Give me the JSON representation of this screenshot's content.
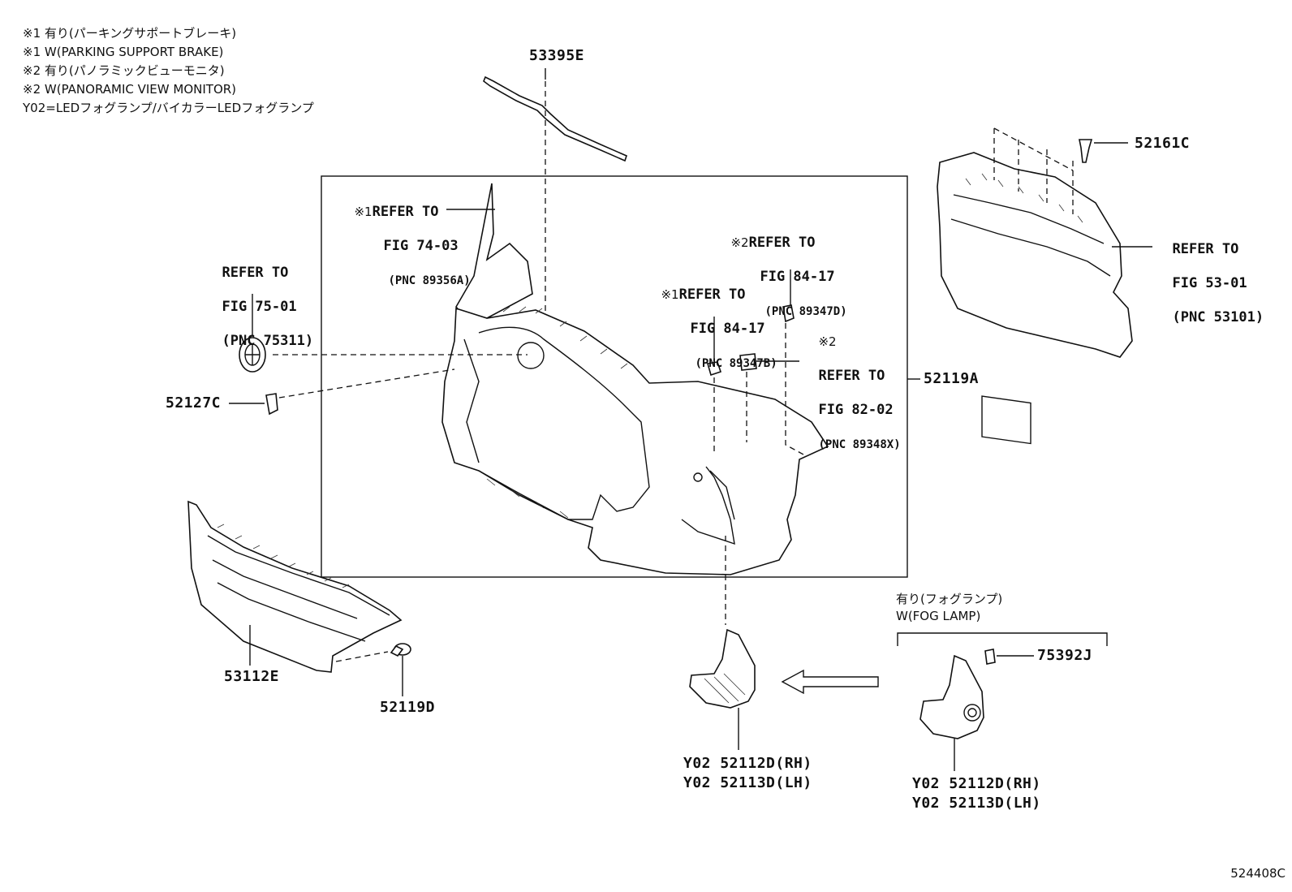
{
  "notes": [
    "※1 有り(パーキングサポートブレーキ)",
    "※1 W(PARKING SUPPORT BRAKE)",
    "※2 有り(パノラミックビューモニタ)",
    "※2 W(PANORAMIC VIEW MONITOR)",
    "Y02=LEDフォグランプ/バイカラーLEDフォグランプ"
  ],
  "parts": {
    "p53395E": "53395E",
    "p52161C": "52161C",
    "p52127C": "52127C",
    "p52119A": "52119A",
    "p53112E": "53112E",
    "p52119D": "52119D",
    "p75392J": "75392J",
    "fogA_rh": "Y02 52112D(RH)",
    "fogA_lh": "Y02 52113D(LH)",
    "fogB_rh": "Y02 52112D(RH)",
    "fogB_lh": "Y02 52113D(LH)"
  },
  "refs": {
    "r1": {
      "mark": "※1",
      "l1": "REFER TO",
      "l2": "FIG 74-03",
      "pnc": "(PNC 89356A)"
    },
    "r2": {
      "l1": "REFER TO",
      "l2": "FIG 75-01",
      "pnc": "(PNC 75311)"
    },
    "r3": {
      "mark": "※2",
      "l1": "REFER TO",
      "l2": "FIG 84-17",
      "pnc": "(PNC 89347D)"
    },
    "r4": {
      "mark": "※1",
      "l1": "REFER TO",
      "l2": "FIG 84-17",
      "pnc": "(PNC 89347B)"
    },
    "r5": {
      "mark": "※2",
      "l1": "REFER TO",
      "l2": "FIG 82-02",
      "pnc": "(PNC 89348X)"
    },
    "r6": {
      "l1": "REFER TO",
      "l2": "FIG 53-01",
      "pnc": "(PNC 53101)"
    }
  },
  "fog_option": {
    "jp": "有り(フォグランプ)",
    "en": "W(FOG LAMP)"
  },
  "diagram_code": "524408C"
}
